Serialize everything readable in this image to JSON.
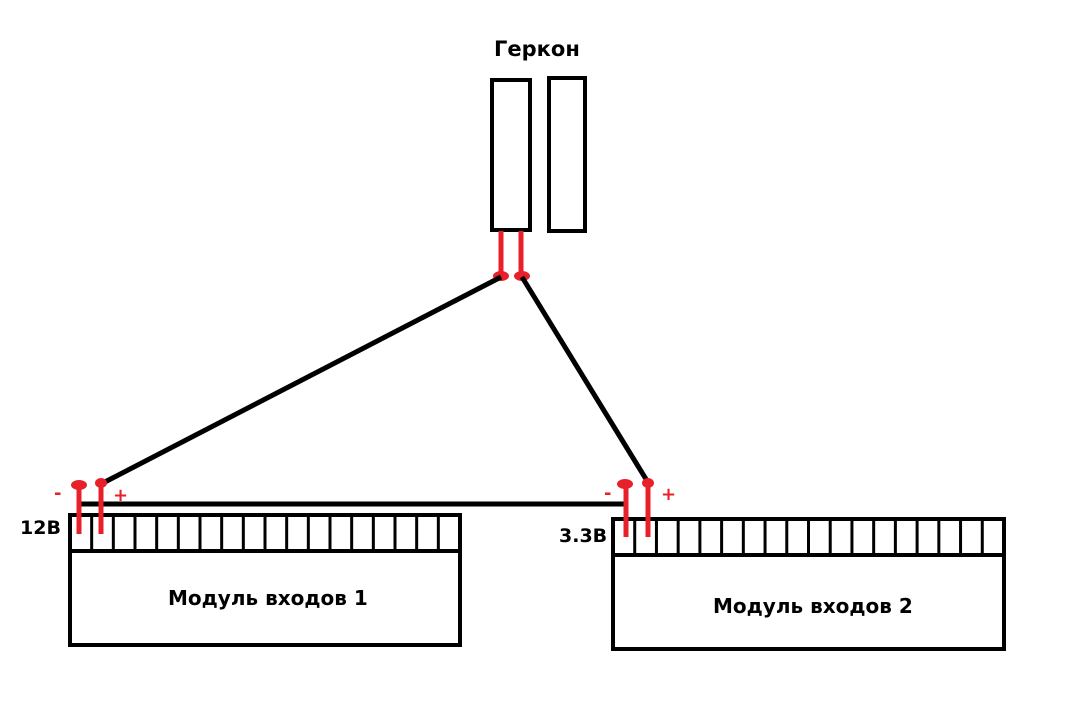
{
  "reed_switch": {
    "label": "Геркон"
  },
  "module1": {
    "label": "Модуль входов 1",
    "voltage": "12В",
    "minus": "-",
    "plus": "+"
  },
  "module2": {
    "label": "Модуль входов 2",
    "voltage": "3.3В",
    "minus": "-",
    "plus": "+"
  },
  "colors": {
    "wire": "#000000",
    "pin": "#e8202a",
    "outline": "#000000"
  }
}
